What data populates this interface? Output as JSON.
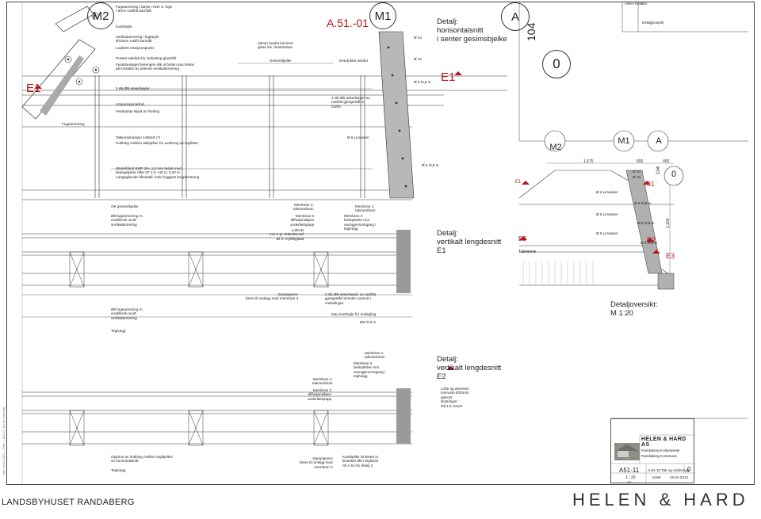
{
  "project": "LANDSBYHUSET RANDABERG",
  "brand": "HELEN & HARD",
  "drawing_ref": "A.51.-01",
  "bubbles": {
    "m2": "M2",
    "m1": "M1",
    "a": "A",
    "a_small": "A",
    "m2_small": "M2",
    "m1_small": "M1"
  },
  "levels": {
    "rot": "104",
    "zero": "0",
    "zero_small": "0",
    "rot_small": "104"
  },
  "sections": {
    "e1": "E1",
    "e1_b": "E1",
    "e1_small": "E1",
    "e1_small_b": "E1",
    "e2": "E2",
    "e2_small": "E2",
    "e3": "E3"
  },
  "titles": {
    "detail1": "Detalj:\nhorisontalsnitt\ni senter gesimsbjelke",
    "detail2": "Detalj:\nvertikalt lengdesnitt\nE1",
    "detail3": "Detalj:\nvertikalt lengdesnitt\nE2",
    "overview": "Detaljoversikt:\nM 1:20"
  },
  "notes": {
    "fugearmering_top": "Fugearmering i bøyle i hver 6. fuge\nr 6mm rustfritt karrstål",
    "kantbsyle": "Kantbøyle",
    "vertikal": "Vertikalarmering i fugbøyle\nØ10mm rustfri karrstål",
    "loddrett": "Loddrett rotasjonspunkt",
    "pusset": "Pusset sidefals for innfesting glasshllt",
    "festebeslag": "Festebeslaget festenges slik at bolten kan festes\npå innsiden av ytterste vertikalarmering",
    "ankerbsyler": "2 stk Ø8 ankerbøyler",
    "utsparing": "Utsparingsmørhol",
    "festeplate": "Festeplate skjult av himling",
    "fugearmering_left": "Fugearmering",
    "takkonstruksjon": "Takkonstruksjon 148x48 (?)",
    "kubbing": "Kubbing mellom takbjelker for avstiving av tegllister",
    "stroklink": "Strekkbånd BMP 25+ 1,5 mm festet med\nbeslagspiker riflet VF 4,0 +40 cc 0,20 m\nLangsgående båndstål i hele byggets lengderetning",
    "glass": "16mm herdet laminert\nglass ink. forsterkstav",
    "gesimsbjelke": "Gesimsbjelke",
    "detalj_ikke": "Detalj ikke avklart",
    "ankerbsyler_rust": "2 stk Ø8 ankerbøyler av\nrustfritt gjengestål m.\nmutre",
    "limanker": "Ø 6 Limanker",
    "d10_a": "Ø 10",
    "d10_b": "Ø 10",
    "d5_a": "Ø 5 /0,8 m",
    "d5_b": "Ø 5 /0,8 m",
    "ok_gesims": "OK gesimsbjelke",
    "fugearmering_ende": "Ø8 fugearmering m.\nendelkrok rundt\nvertikalarmering",
    "membran1": "Membran 1:\ntakmembran",
    "membran2": "Membran 2\ndiffusjonsåpen\nunderlakspapp",
    "lufting": "Luftrokr\nmin 2 gr. lettbelterveil\ntill S. Kylllingstad",
    "membran1b": "Membran 1:\ntakmembran",
    "membran3": "Membran 3\nbeskyttelse mot\nvanngjennomgang i\nteglvegg",
    "dampsperre": "Dampsperre\nføres til omlegg med membran 3",
    "ankerbsyler_mutter": "2 stk Ø8 ankerbøyler av rustfritt\ngjengestål m/mutre innmurt i\nmørtelfuger",
    "kantfugle": "tsøy kantfugle for endsgling",
    "d6": "Ø6 /0,9 m",
    "fugearmering_ende2": "Ø8 fugearmering m.\nendelkrok rundt\nvertikalarmering",
    "teglvegg": "Teglvegg",
    "membran1c": "Membran 1:\ntakmembran",
    "membran3c": "Membran 3\nbeskyttelse mot\nvanngjennomgang i\nteglvegg",
    "membran1d": "Membran 1:\ntakmembran",
    "membran2d": "Membran 2\ndiffusjonsåpen\nunderlakspapp",
    "luftrokr": "Lufte og drenerør\ninnmurte Ø20mm\ngalvcet\nsluts/luger\nfall 1:5 utover",
    "opprinn": "Opprinn av kubbing mellom teglbjelker\nse horisontalsnitt",
    "teglvegg2": "Teglvegg",
    "dampsperre2": "Dampsperre\nføres til omlegg med\nmembran 3",
    "kantbjelke": "Kantbjelke innfestet m\nlimanker Ø8 i teglstein\nref A 51-01 detalj 2",
    "takrenne": "Takrenne",
    "limanker_s1": "Ø 6 Limanker",
    "limanker_s2": "Ø 6 Limanker",
    "limanker_s3": "Ø 6 Limanker",
    "d6_s1": "Ø 6 /0,9 m",
    "d6_s2": "Ø 6 /0,9 m",
    "d6_s3": "Ø 6 /0,9 m",
    "d10_s1": "Ø 10",
    "d10_s2": "Ø 10"
  },
  "dims": {
    "d1675": "1,675",
    "d800": "800",
    "d400": "400",
    "d2300": "2,300"
  },
  "title_block": {
    "orientering": "ORIENTERING",
    "fase": "FASE",
    "fase_value": "Detaljprosjekt",
    "firm": "HELEN & HARD AS",
    "project_line1": "Randaberg Kultursenter",
    "project_line2": "Randaberg Kommune",
    "drawing_no": "A51-11",
    "drawing_title": "A.51-16 Tak og endevegg",
    "revision": "0",
    "scale": "1 : 20",
    "sheet": "A1",
    "job_no": "2458",
    "date": "15.04.2013"
  },
  "side_text": "Dato: 15.04.2013  —  Plott  —  A51-11_Tak og endevegg",
  "colors": {
    "accent_red": "#b1161c",
    "line": "#333333",
    "hatch": "#9a9a9a",
    "blue": "#3355aa"
  }
}
